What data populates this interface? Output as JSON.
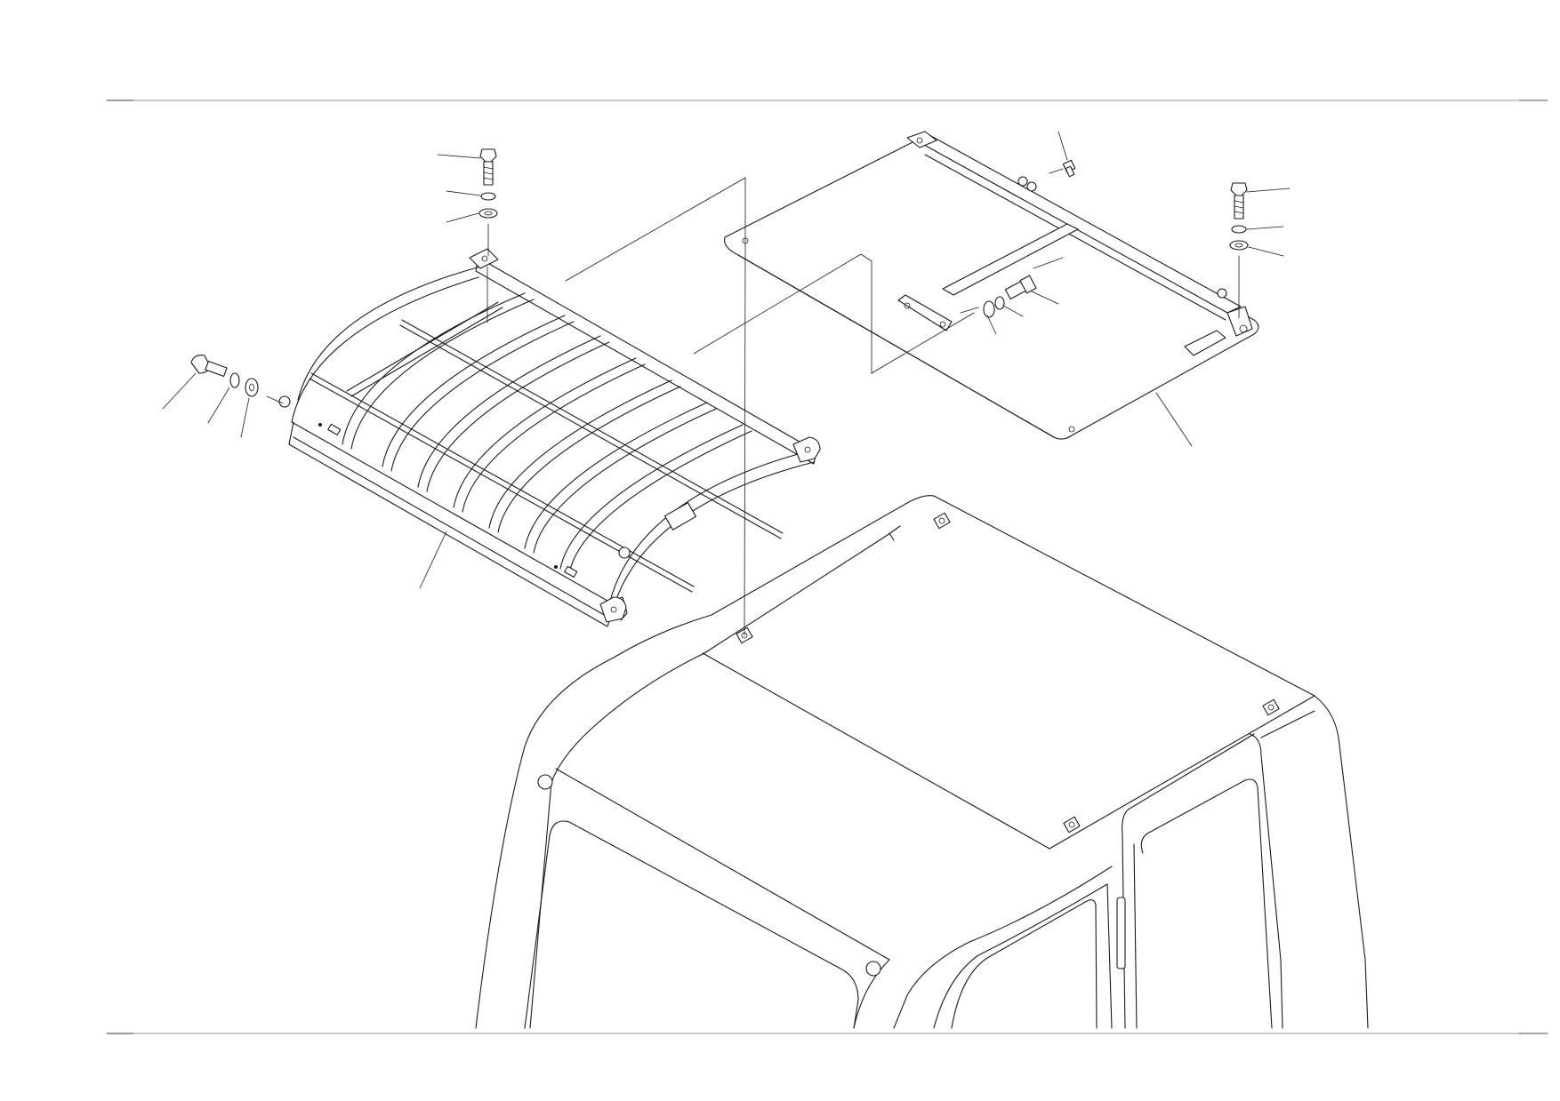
{
  "drawing": {
    "colors": {
      "line": "#1a1a1a",
      "frame": "#9a9a9a",
      "background": "#ffffff"
    },
    "components": [
      "cab-body",
      "top-guard",
      "roof-cover-plate",
      "bolt",
      "spring-washer",
      "flat-washer"
    ]
  }
}
